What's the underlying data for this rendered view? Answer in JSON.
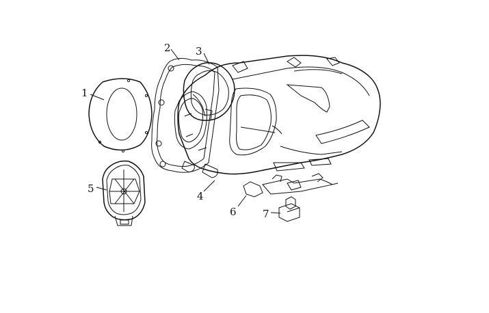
{
  "callouts": [
    {
      "id": "1",
      "text": "1"
    },
    {
      "id": "2",
      "text": "2"
    },
    {
      "id": "3",
      "text": "3"
    },
    {
      "id": "4",
      "text": "4"
    },
    {
      "id": "5",
      "text": "5"
    },
    {
      "id": "6",
      "text": "6"
    },
    {
      "id": "7",
      "text": "7"
    }
  ],
  "colors": {
    "line": "#111111",
    "background": "#ffffff"
  }
}
